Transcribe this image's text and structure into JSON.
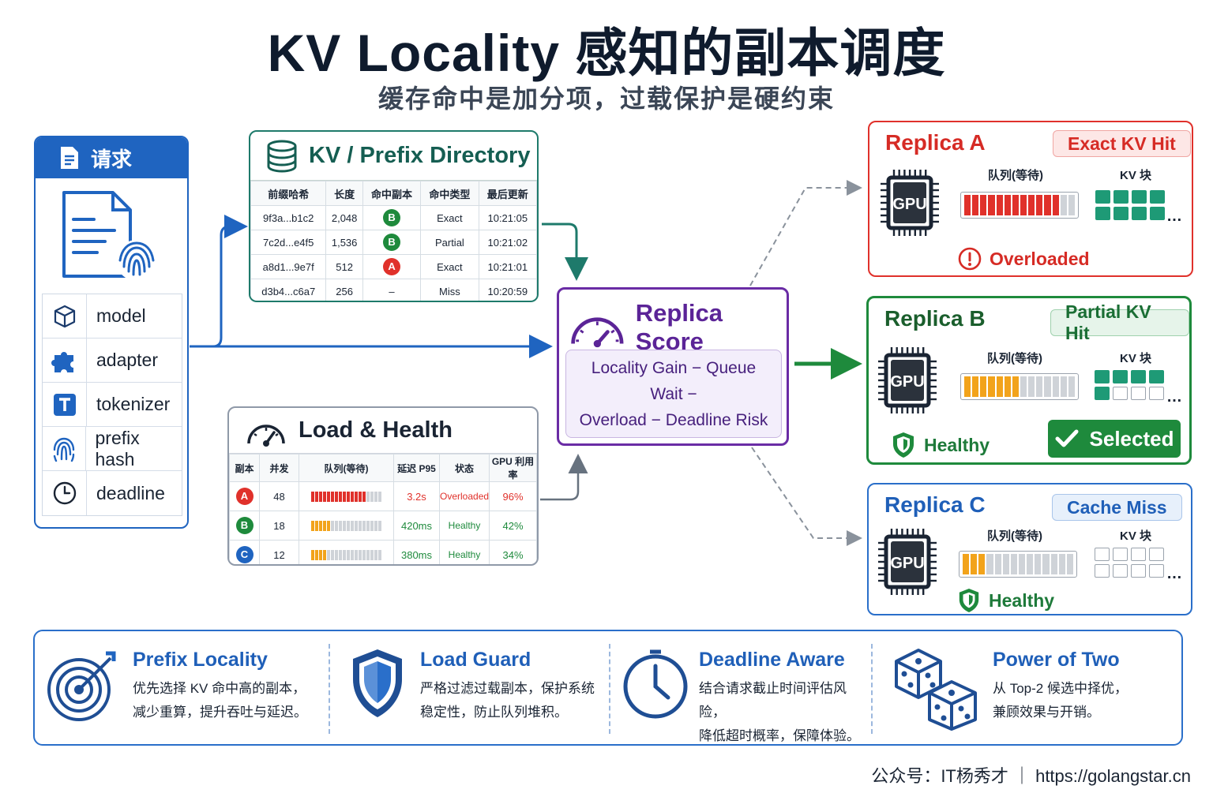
{
  "title": "KV Locality 感知的副本调度",
  "subtitle": "缓存命中是加分项，过载保护是硬约束",
  "request": {
    "header": "请求",
    "fields": [
      "model",
      "adapter",
      "tokenizer",
      "prefix hash",
      "deadline"
    ]
  },
  "kv_directory": {
    "title": "KV / Prefix Directory",
    "columns": [
      "前缀哈希",
      "长度",
      "命中副本",
      "命中类型",
      "最后更新"
    ],
    "rows": [
      {
        "hash": "9f3a...b1c2",
        "length": "2,048",
        "replica": "B",
        "type": "Exact",
        "updated": "10:21:05"
      },
      {
        "hash": "7c2d...e4f5",
        "length": "1,536",
        "replica": "B",
        "type": "Partial",
        "updated": "10:21:02"
      },
      {
        "hash": "a8d1...9e7f",
        "length": "512",
        "replica": "A",
        "type": "Exact",
        "updated": "10:21:01"
      },
      {
        "hash": "d3b4...c6a7",
        "length": "256",
        "replica": "–",
        "type": "Miss",
        "updated": "10:20:59"
      }
    ]
  },
  "load_health": {
    "title": "Load & Health",
    "columns": [
      "副本",
      "并发",
      "队列(等待)",
      "延迟 P95",
      "状态",
      "GPU 利用率"
    ],
    "rows": [
      {
        "replica": "A",
        "concurrency": "48",
        "queue_fill": 0.8,
        "latency": "3.2s",
        "status": "Overloaded",
        "gpu": "96%"
      },
      {
        "replica": "B",
        "concurrency": "18",
        "queue_fill": 0.3,
        "latency": "420ms",
        "status": "Healthy",
        "gpu": "42%"
      },
      {
        "replica": "C",
        "concurrency": "12",
        "queue_fill": 0.2,
        "latency": "380ms",
        "status": "Healthy",
        "gpu": "34%"
      }
    ]
  },
  "score": {
    "title": "Replica Score",
    "formula_line1": "Locality Gain − Queue Wait −",
    "formula_line2": "Overload − Deadline Risk"
  },
  "replicas": [
    {
      "name": "Replica A",
      "tag": "Exact KV Hit",
      "chip": "GPU",
      "queue_label": "队列(等待)",
      "kv_label": "KV 块",
      "queue_fill": 0.86,
      "kv_filled": 8,
      "status": "Overloaded",
      "selected": ""
    },
    {
      "name": "Replica B",
      "tag": "Partial KV Hit",
      "chip": "GPU",
      "queue_label": "队列(等待)",
      "kv_label": "KV 块",
      "queue_fill": 0.5,
      "kv_filled": 5,
      "status": "Healthy",
      "selected": "Selected"
    },
    {
      "name": "Replica C",
      "tag": "Cache Miss",
      "chip": "GPU",
      "queue_label": "队列(等待)",
      "kv_label": "KV 块",
      "queue_fill": 0.22,
      "kv_filled": 0,
      "status": "Healthy",
      "selected": ""
    }
  ],
  "features": [
    {
      "title": "Prefix Locality",
      "line1": "优先选择 KV 命中高的副本，",
      "line2": "减少重算，提升吞吐与延迟。",
      "icon": "target-icon"
    },
    {
      "title": "Load Guard",
      "line1": "严格过滤过载副本，保护系统",
      "line2": "稳定性，防止队列堆积。",
      "icon": "shield-icon"
    },
    {
      "title": "Deadline Aware",
      "line1": "结合请求截止时间评估风险，",
      "line2": "降低超时概率，保障体验。",
      "icon": "clock-icon"
    },
    {
      "title": "Power of Two",
      "line1": "从 Top-2 候选中择优，",
      "line2": "兼顾效果与开销。",
      "icon": "dice-icon"
    }
  ],
  "footer": "公众号：IT杨秀才 ｜ https://golangstar.cn",
  "colors": {
    "blue": "#1f64c0",
    "green": "#1e8a3c",
    "red": "#e0312b",
    "purple": "#6a2ca5",
    "teal": "#1e7a6b",
    "orange": "#f2a31b"
  }
}
